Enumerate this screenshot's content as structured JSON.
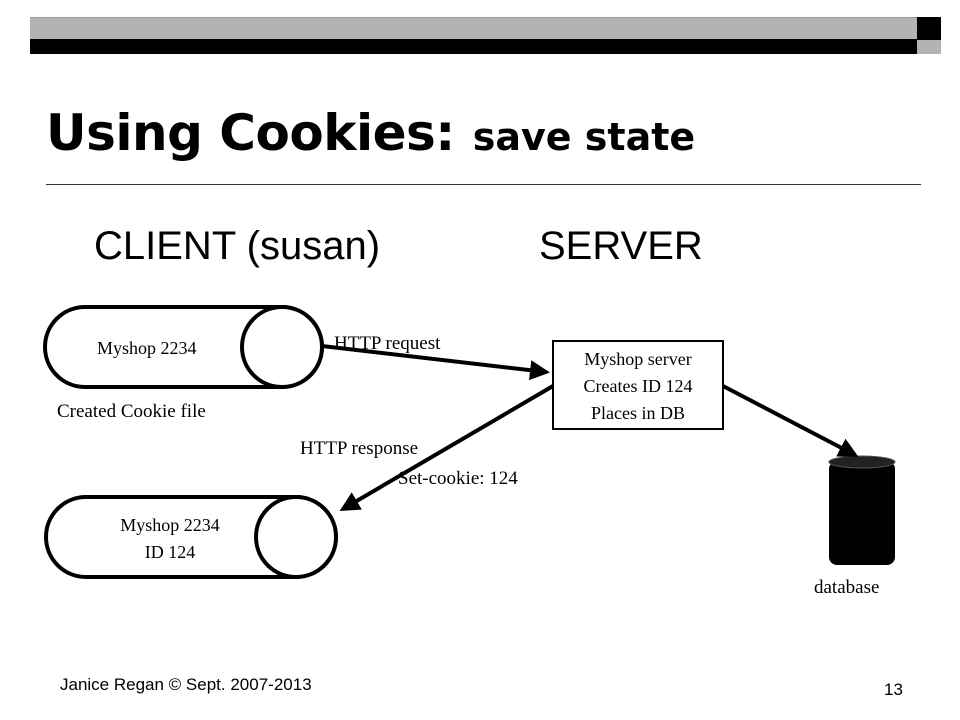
{
  "slide": {
    "title": "Using Cookies:",
    "subtitle": "save state",
    "client_heading": "CLIENT (susan)",
    "server_heading": "SERVER",
    "footer_left": "Janice Regan © Sept. 2007-2013",
    "page_number": "13"
  },
  "diagram": {
    "client_top_label": "Myshop 2234",
    "cookie_file_label": "Created Cookie file",
    "http_request_label": "HTTP request",
    "server_box_lines": [
      "Myshop server",
      "Creates ID 124",
      "Places in DB"
    ],
    "http_response_label": "HTTP response",
    "set_cookie_label": "Set-cookie: 124",
    "client_bottom_lines": [
      "Myshop 2234",
      "ID 124"
    ],
    "database_label": "database"
  },
  "colors": {
    "bar_gray": "#b3b3b3",
    "bar_black": "#000000",
    "database_fill": "#000000"
  }
}
